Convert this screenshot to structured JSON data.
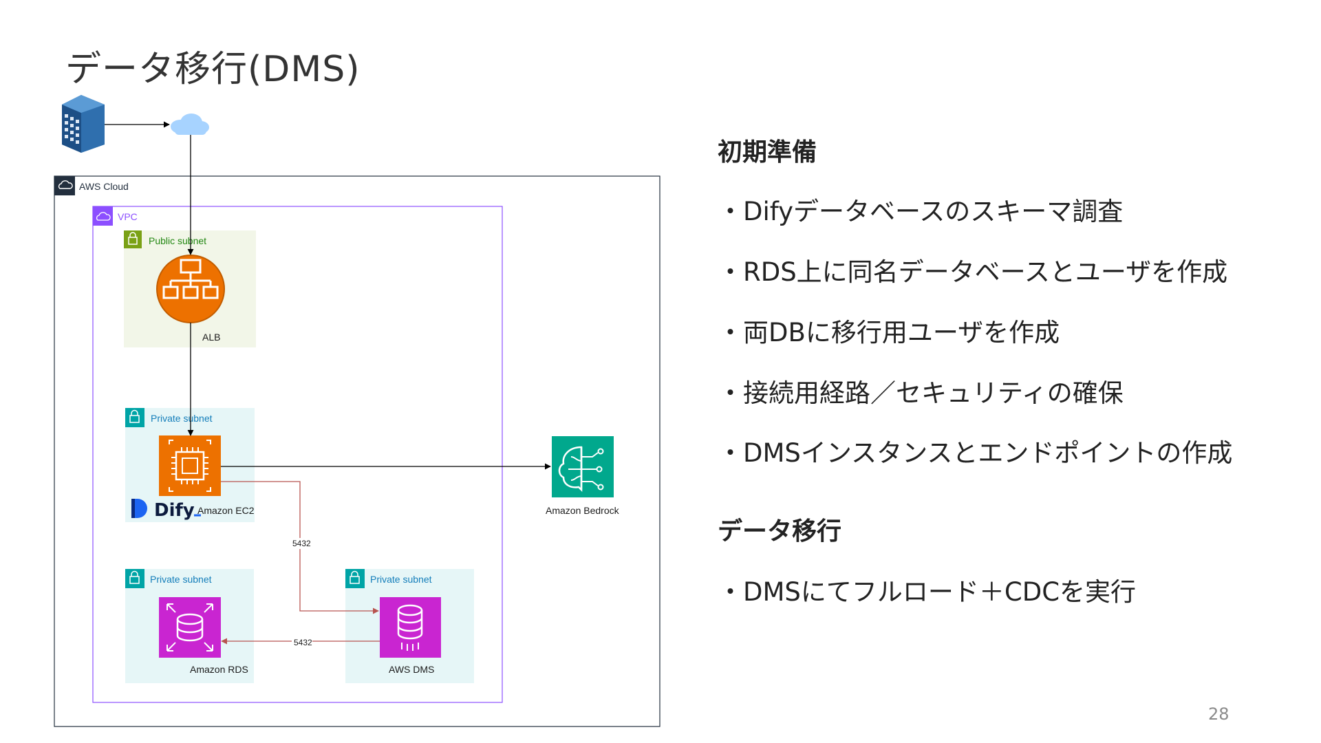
{
  "slide": {
    "title": "データ移行(DMS)",
    "page_number": "28"
  },
  "diagram": {
    "aws_cloud_label": "AWS Cloud",
    "vpc_label": "VPC",
    "public_subnet_label": "Public subnet",
    "private_subnet_ec2_label": "Private subnet",
    "private_subnet_rds_label": "Private subnet",
    "private_subnet_dms_label": "Private subnet",
    "alb_label": "ALB",
    "ec2_label": "Amazon EC2",
    "dify_logo_text": "Dify",
    "bedrock_label": "Amazon Bedrock",
    "rds_label": "Amazon RDS",
    "dms_label": "AWS DMS",
    "port_ec2_dms": "5432",
    "port_dms_rds": "5432",
    "icons": [
      "corporate-building-icon",
      "internet-cloud-icon",
      "alb-icon",
      "ec2-icon",
      "bedrock-icon",
      "rds-icon",
      "dms-icon",
      "dify-logo"
    ]
  },
  "prep": {
    "heading": "初期準備",
    "items": [
      "・Difyデータベースのスキーマ調査",
      "・RDS上に同名データベースとユーザを作成",
      "・両DBに移行用ユーザを作成",
      "・接続用経路／セキュリティの確保",
      "・DMSインスタンスとエンドポイントの作成"
    ]
  },
  "migration": {
    "heading": "データ移行",
    "items": [
      "・DMSにてフルロード＋CDCを実行"
    ]
  },
  "colors": {
    "alb": "#ed7100",
    "ec2": "#ed7100",
    "bedrock": "#01a88d",
    "rds": "#c925d1",
    "dms": "#c925d1",
    "vpc_border": "#8c4fff",
    "public_subnet_bg": "#f2f6e8",
    "private_subnet_bg": "#e6f6f7",
    "data_flow": "#b85450"
  }
}
